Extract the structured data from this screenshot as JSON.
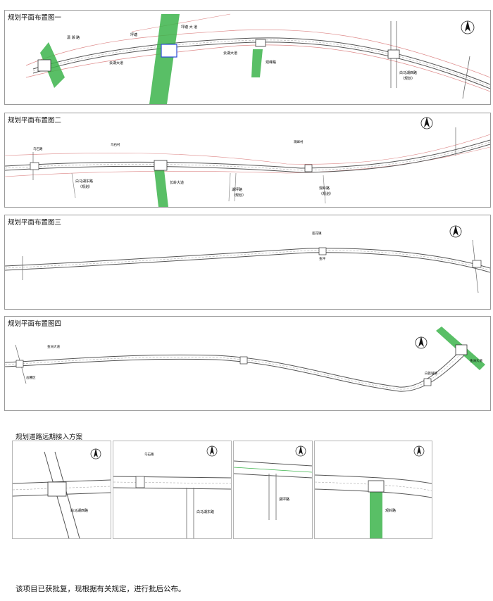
{
  "panels": [
    {
      "title": "规划平面布置图一",
      "labels": {
        "l1": "潇 湘 路",
        "l2": "坪塘大道",
        "l3": "坪塘 大 道",
        "l4": "云湖大道",
        "l5": "云湖大道",
        "l6": "观峰路",
        "l7": "白马湖西路",
        "l8": "（规划）",
        "l9": "坪塘"
      }
    },
    {
      "title": "规划平面布置图二",
      "labels": {
        "l1": "乌石路",
        "l2": "白马湖东路",
        "l3": "（规划）",
        "l4": "长岭大道",
        "l5": "湖坪路",
        "l6": "（规划）",
        "l7": "观岭路",
        "l8": "（规划）",
        "l9": "乌石村",
        "l10": "观峰村"
      }
    },
    {
      "title": "规划平面布置图三",
      "labels": {
        "l1": "莲花镇",
        "l2": "金坪"
      }
    },
    {
      "title": "规划平面布置图四",
      "labels": {
        "l1": "金洲大道",
        "l2": "岳麓区",
        "l3": "白箬铺镇",
        "l4": "金洲大道"
      }
    }
  ],
  "sub_section": {
    "title": "规划道路远期接入方案",
    "views": [
      {
        "road": "白马湖西路"
      },
      {
        "road": "白马湖东路",
        "extra": "乌石路"
      },
      {
        "road": "湖坪路"
      },
      {
        "road": "观岭路"
      }
    ]
  },
  "north_arrow": "N",
  "footer": "该项目已获批复，现根据有关规定，进行批后公布。",
  "colors": {
    "road_edge": "#555555",
    "road_green": "#3cb44b",
    "redline": "#d06060",
    "blue": "#2a4bd8"
  }
}
